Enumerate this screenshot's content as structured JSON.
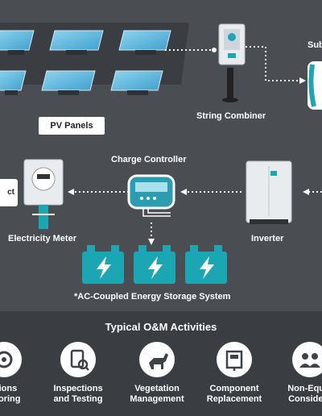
{
  "diagram": {
    "pv_panels": "PV Panels",
    "string_combiner": "String Combiner",
    "substation": "Sub",
    "direct": "ct",
    "charge_controller": "Charge Controller",
    "inverter": "Inverter",
    "electricity_meter": "Electricity Meter",
    "storage": "*AC-Coupled Energy Storage System"
  },
  "om": {
    "title": "Typical O&M Activities",
    "items": [
      {
        "label": "ations\nnitoring",
        "icon": "operations-monitoring-icon"
      },
      {
        "label": "Inspections\nand Testing",
        "icon": "inspection-clipboard-icon"
      },
      {
        "label": "Vegetation\nManagement",
        "icon": "goat-icon"
      },
      {
        "label": "Component\nReplacement",
        "icon": "component-icon"
      },
      {
        "label": "Non-Equip\nConsidera",
        "icon": "people-icon"
      }
    ]
  },
  "colors": {
    "teal": "#1aa6b3",
    "panel_blue": "#5bb8e0",
    "dark_bg": "#4a4e53",
    "bottom_bg": "#3a3d42"
  }
}
